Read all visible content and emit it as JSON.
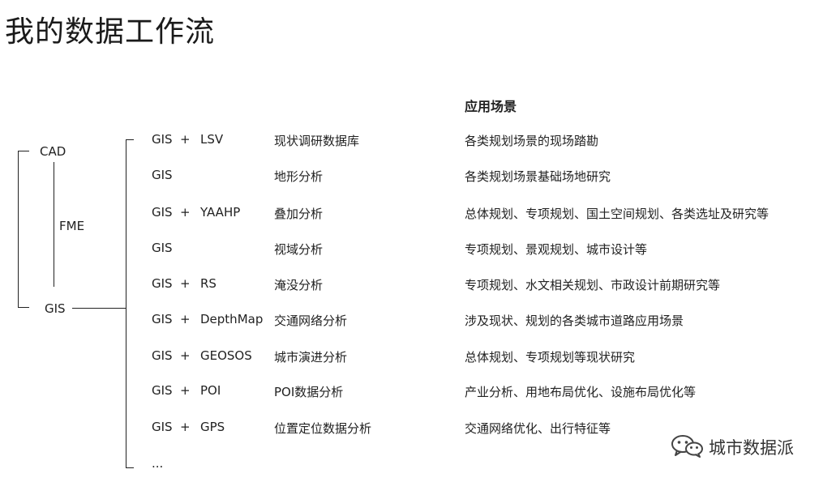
{
  "title": "我的数据工作流",
  "column_header": "应用场景",
  "left_tree": {
    "cad": "CAD",
    "fme": "FME",
    "gis": "GIS"
  },
  "rows": [
    {
      "tool_a": "GIS",
      "plus": "+",
      "tool_b": "LSV",
      "analysis": "现状调研数据库",
      "scene": "各类规划场景的现场踏勘"
    },
    {
      "tool_a": "GIS",
      "plus": "",
      "tool_b": "",
      "analysis": "地形分析",
      "scene": "各类规划场景基础场地研究"
    },
    {
      "tool_a": "GIS",
      "plus": "+",
      "tool_b": "YAAHP",
      "analysis": "叠加分析",
      "scene": "总体规划、专项规划、国土空间规划、各类选址及研究等"
    },
    {
      "tool_a": "GIS",
      "plus": "",
      "tool_b": "",
      "analysis": "视域分析",
      "scene": "专项规划、景观规划、城市设计等"
    },
    {
      "tool_a": "GIS",
      "plus": "+",
      "tool_b": "RS",
      "analysis": "淹没分析",
      "scene": "专项规划、水文相关规划、市政设计前期研究等"
    },
    {
      "tool_a": "GIS",
      "plus": "+",
      "tool_b": "DepthMap",
      "analysis": "交通网络分析",
      "scene": "涉及现状、规划的各类城市道路应用场景"
    },
    {
      "tool_a": "GIS",
      "plus": "+",
      "tool_b": "GEOSOS",
      "analysis": "城市演进分析",
      "scene": "总体规划、专项规划等现状研究"
    },
    {
      "tool_a": "GIS",
      "plus": "+",
      "tool_b": "POI",
      "analysis": "POI数据分析",
      "scene": "产业分析、用地布局优化、设施布局优化等"
    },
    {
      "tool_a": "GIS",
      "plus": "+",
      "tool_b": "GPS",
      "analysis": "位置定位数据分析",
      "scene": "交通网络优化、出行特征等"
    }
  ],
  "ellipsis": "...",
  "watermark": {
    "text": "城市数据派",
    "icon": "wechat-icon"
  }
}
